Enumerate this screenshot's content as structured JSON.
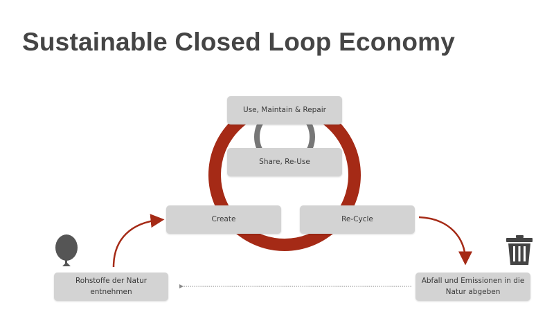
{
  "title": "Sustainable Closed Loop Economy",
  "nodes": {
    "use": "Use, Maintain & Repair",
    "share": "Share, Re-Use",
    "create": "Create",
    "recycle": "Re-Cycle",
    "extract": "Rohstoffe der Natur entnehmen",
    "dispose": "Abfall und Emissionen in die Natur abgeben"
  },
  "icons": {
    "left": "tree-icon",
    "right": "trash-icon"
  },
  "colors": {
    "loop": "#a52a16",
    "box": "#d3d3d3",
    "inner_loop": "#777777",
    "text": "#454545"
  }
}
